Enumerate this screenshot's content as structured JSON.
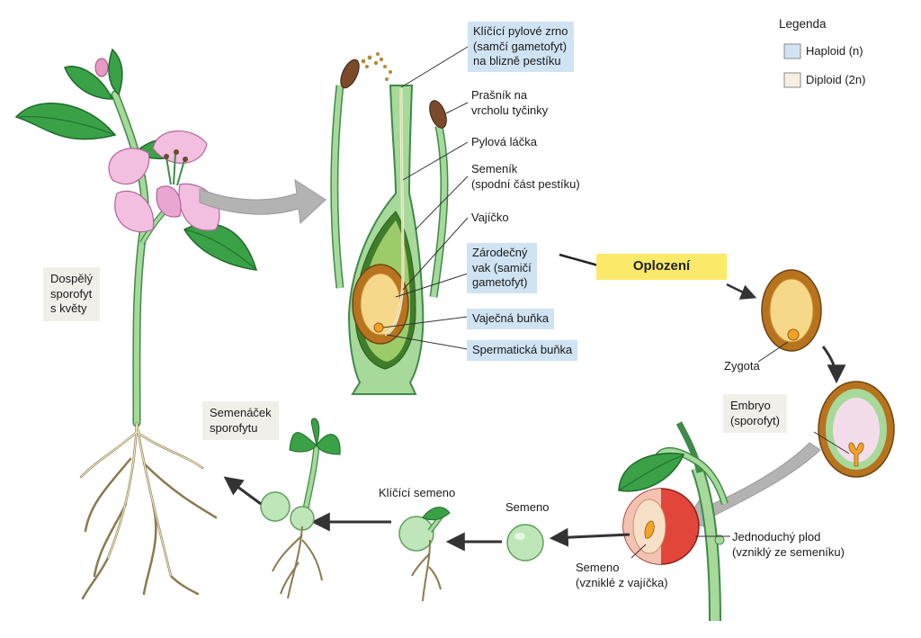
{
  "legend": {
    "title": "Legenda",
    "haploid": "Haploid (n)",
    "diploid": "Diploid (2n)",
    "haploid_color": "#cfe3f3",
    "diploid_color": "#f6efe2"
  },
  "labels": {
    "pollen_grain": [
      "Klíčící pylové zrno",
      "(samčí gametofyt)",
      "na blizně pestíku"
    ],
    "anther": [
      "Prašník na",
      "vrcholu tyčinky"
    ],
    "pollen_tube": "Pylová láčka",
    "ovary": [
      "Semeník",
      "(spodní část pestíku)"
    ],
    "ovule": "Vajíčko",
    "embryo_sac": [
      "Zárodečný",
      "vak (samičí",
      "gametofyt)"
    ],
    "egg_cell": "Vaječná buňka",
    "sperm_cell": "Spermatická buňka",
    "fertilization": "Oplození",
    "zygote": "Zygota",
    "embryo": [
      "Embryo",
      "(sporofyt)"
    ],
    "simple_fruit": [
      "Jednoduchý plod",
      "(vzniklý ze semeníku)"
    ],
    "seed_in_fruit": [
      "Semeno",
      "(vzniklé z vajíčka)"
    ],
    "seed": "Semeno",
    "germinating_seed": "Klíčící semeno",
    "seedling": [
      "Semenáček",
      "sporofytu"
    ],
    "adult": [
      "Dospělý",
      "sporofyt",
      "s květy"
    ]
  },
  "colors": {
    "stem_green": "#a6d99a",
    "stem_outline": "#3f8a4a",
    "leaf_green": "#3aa147",
    "petal_pink": "#f2bfe0",
    "ovule_brown": "#b8731f",
    "ovule_inner": "#f6d88a",
    "root_cream": "#f3e8c6",
    "arrow_dark": "#333333",
    "arrow_grey": "#b3b3b3"
  }
}
